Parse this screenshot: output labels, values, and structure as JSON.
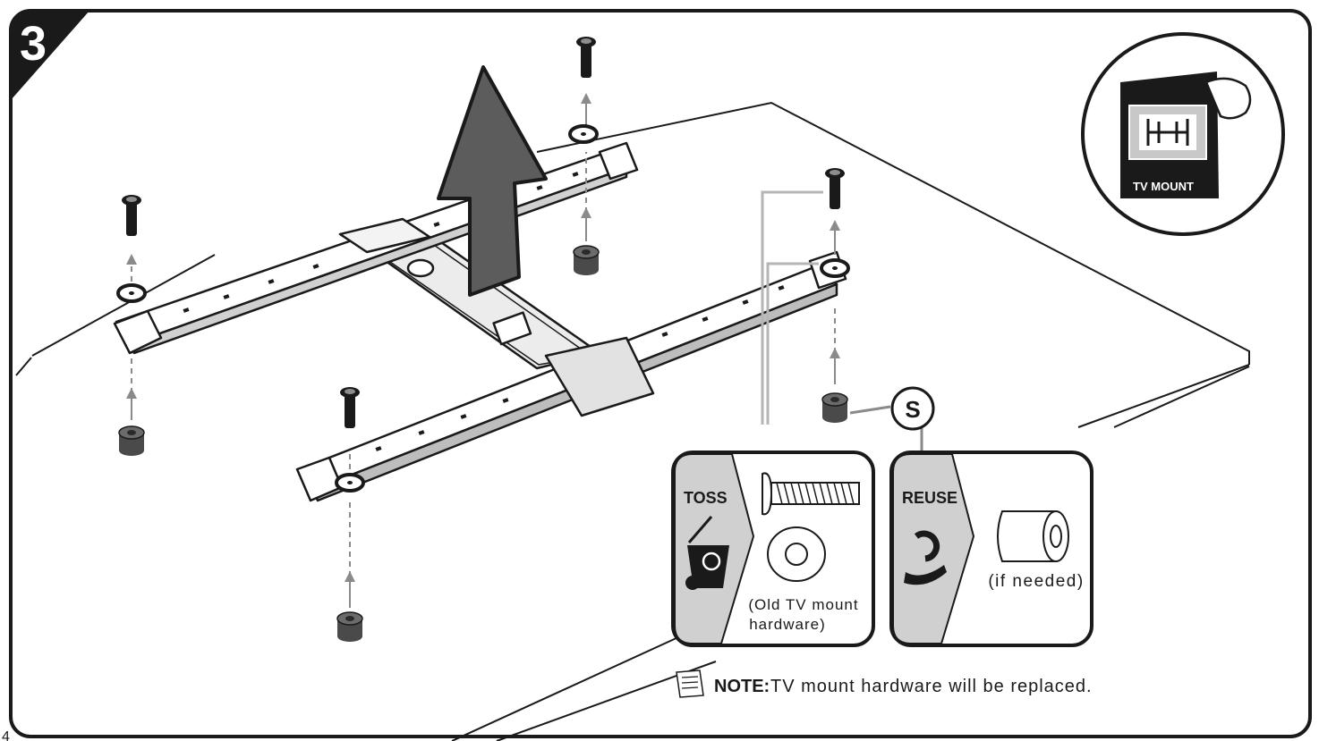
{
  "step": {
    "number": "3"
  },
  "manual_badge": {
    "label": "TV MOUNT"
  },
  "callout": {
    "letter": "S"
  },
  "toss_panel": {
    "heading": "TOSS",
    "caption_line1": "(Old TV mount",
    "caption_line2": "hardware)"
  },
  "reuse_panel": {
    "heading": "REUSE",
    "caption": "(if needed)"
  },
  "note": {
    "label": "NOTE:",
    "text": "TV mount hardware will be replaced."
  },
  "page_number": "4",
  "colors": {
    "ink": "#1a1a1a",
    "arrow_fill": "#5c5c5c",
    "panel_shade": "#d0d0d0",
    "dashed_line": "#8a8a8a",
    "spacer": "#4a4a4a"
  }
}
